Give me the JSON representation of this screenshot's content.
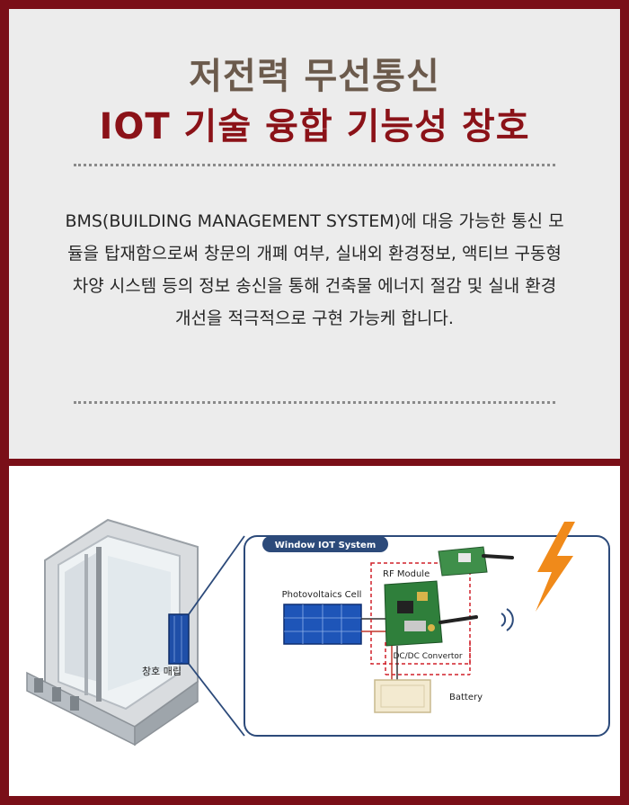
{
  "header": {
    "title_line1": "저전력 무선통신",
    "title_line2": "IOT 기술 융합 기능성 창호"
  },
  "description": "BMS(BUILDING MANAGEMENT SYSTEM)에 대응 가능한 통신 모듈을 탑재함으로써 창문의 개폐 여부, 실내외 환경정보, 액티브 구동형 차양 시스템 등의 정보 송신을 통해 건축물 에너지 절감 및 실내 환경 개선을 적극적으로 구현 가능케 합니다.",
  "diagram": {
    "window_label": "창호 매립",
    "system_title": "Window IOT System",
    "pv_label": "Photovoltaics Cell",
    "rf_label": "RF Module",
    "dcdc_label": "DC/DC Convertor",
    "battery_label": "Battery"
  },
  "colors": {
    "frame": "#7a0f18",
    "title_brown": "#6b5a4c",
    "title_red": "#8b1218",
    "system_blue": "#2c4a7a",
    "lightning": "#f08a1a"
  }
}
